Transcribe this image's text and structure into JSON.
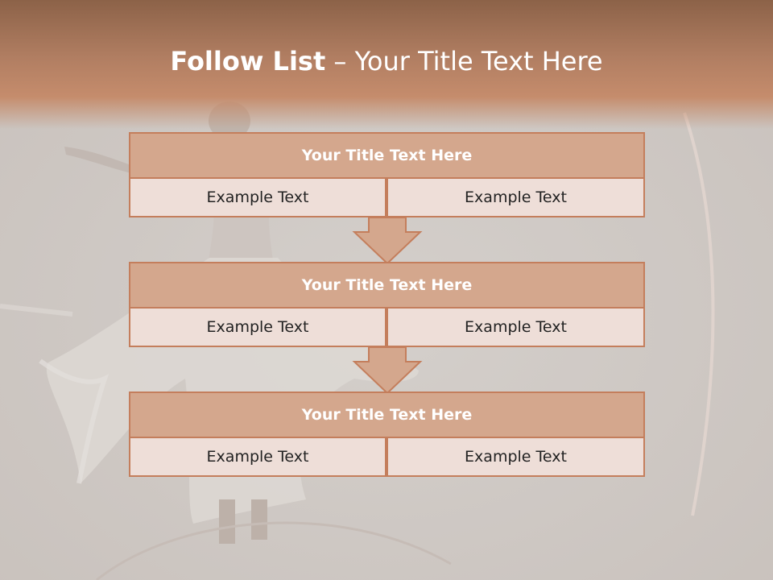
{
  "slide": {
    "title_bold": "Follow List",
    "title_rest": " – Your Title Text Here"
  },
  "colors": {
    "accent": "#c47e5c",
    "header_fill": "#d4a78d",
    "cell_fill": "#eeded8",
    "background": "#d2cdc9"
  },
  "blocks": [
    {
      "heading": "Your Title Text Here",
      "left_text": "Example Text",
      "right_text": "Example Text"
    },
    {
      "heading": "Your Title Text Here",
      "left_text": "Example Text",
      "right_text": "Example Text"
    },
    {
      "heading": "Your Title Text Here",
      "left_text": "Example Text",
      "right_text": "Example Text"
    }
  ]
}
